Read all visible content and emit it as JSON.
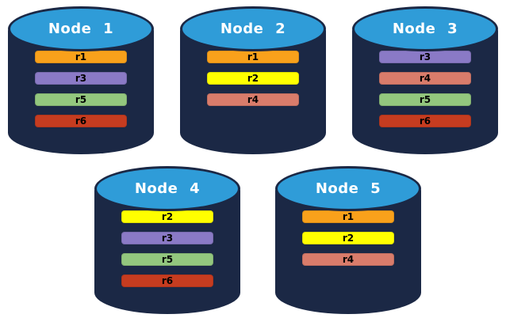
{
  "diagram": {
    "kind": "replica-placement-diagram",
    "colors": {
      "background": "#ffffff",
      "cylinder_body": "#1B2845",
      "cylinder_top": "#2F9CD8",
      "node_title_text": "#ffffff",
      "replica_label_text": "#000000"
    },
    "replica_colors": {
      "r1": "#F9A11B",
      "r2": "#FFFF00",
      "r3": "#8A7AC6",
      "r4": "#D97C6B",
      "r5": "#93C77E",
      "r6": "#C63C20"
    },
    "nodes": [
      {
        "label": "Node 1",
        "replicas": [
          "r1",
          "r3",
          "r5",
          "r6"
        ]
      },
      {
        "label": "Node 2",
        "replicas": [
          "r1",
          "r2",
          "r4"
        ]
      },
      {
        "label": "Node 3",
        "replicas": [
          "r3",
          "r4",
          "r5",
          "r6"
        ]
      },
      {
        "label": "Node 4",
        "replicas": [
          "r2",
          "r3",
          "r5",
          "r6"
        ]
      },
      {
        "label": "Node 5",
        "replicas": [
          "r1",
          "r2",
          "r4"
        ]
      }
    ]
  }
}
